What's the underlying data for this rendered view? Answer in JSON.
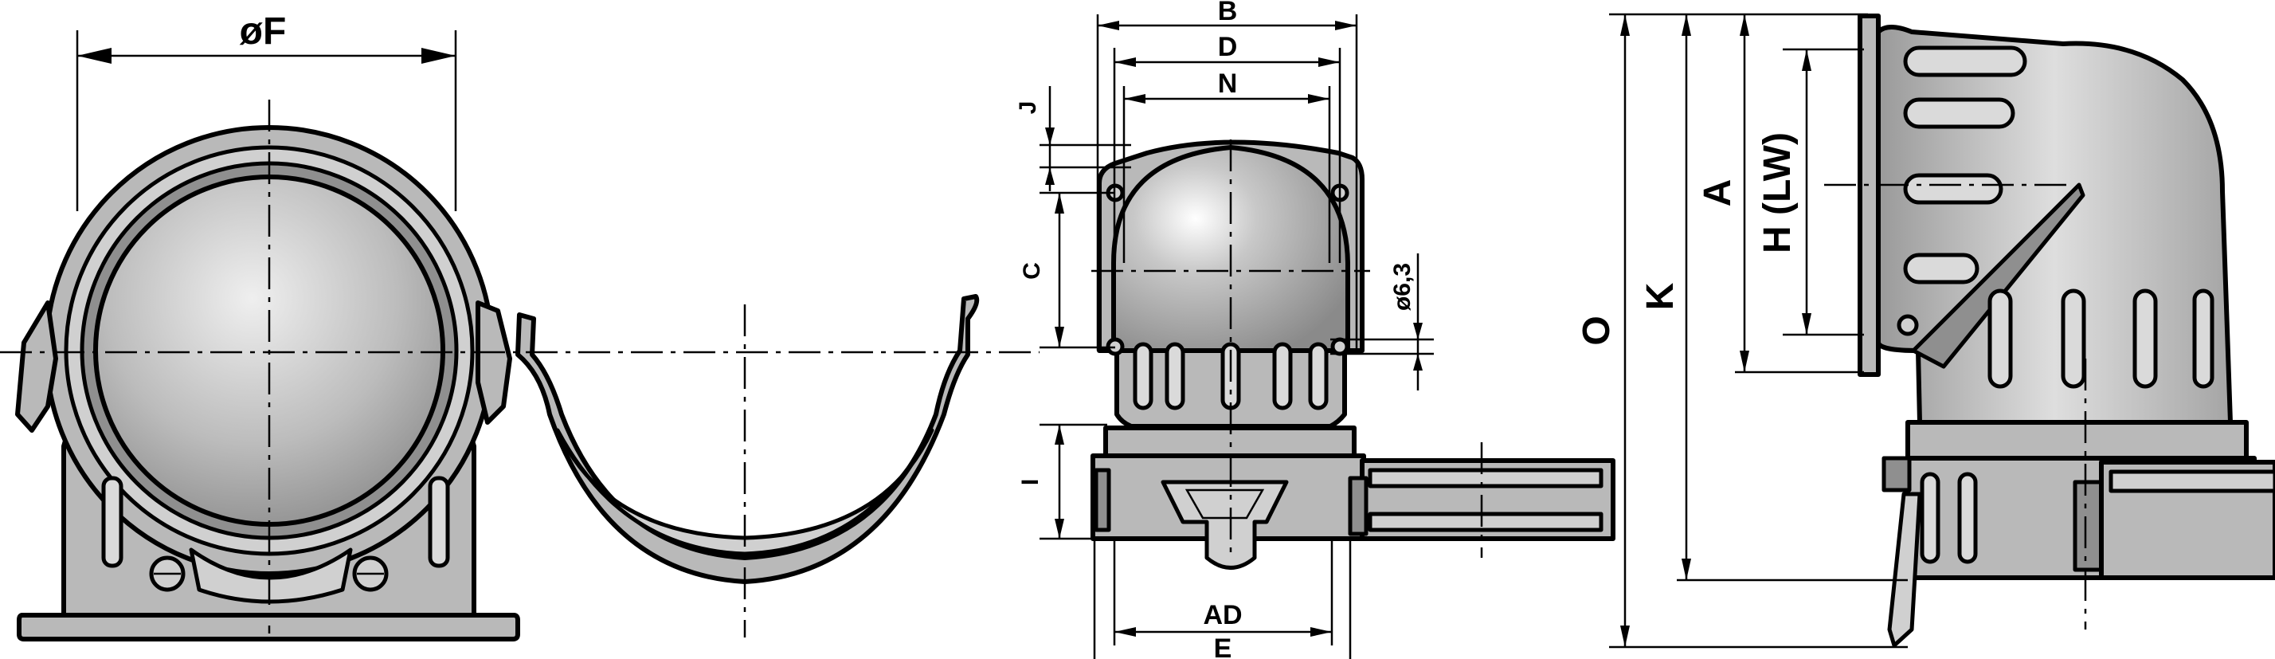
{
  "figure": {
    "labels": {
      "phi_f": "øF",
      "b": "B",
      "d": "D",
      "n": "N",
      "j": "J",
      "c": "C",
      "phi_63": "ø6,3",
      "i": "I",
      "ad": "AD",
      "e": "E",
      "o": "O",
      "k": "K",
      "a": "A",
      "h_lw": "H (LW)"
    }
  },
  "colors": {
    "line": "#000000",
    "body": "#b9b9b9",
    "body_light": "#d0d0d0",
    "body_dark": "#8f8f8f",
    "background": "#ffffff"
  }
}
